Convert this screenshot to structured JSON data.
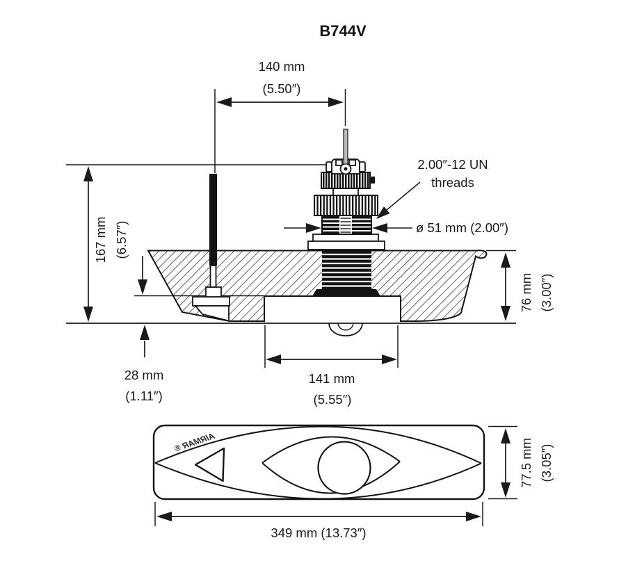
{
  "title": "B744V",
  "section_view": {
    "dim_stem_offset_mm": "140 mm",
    "dim_stem_offset_in": "(5.50″)",
    "dim_overall_height_mm": "167 mm",
    "dim_overall_height_in": "(6.57″)",
    "thread_note_line1": "2.00″-12 UN",
    "thread_note_line2": "threads",
    "dim_stem_diameter": "ø 51 mm (2.00″)",
    "dim_hull_depth_mm": "76 mm",
    "dim_hull_depth_in": "(3.00″)",
    "dim_fairing_protrusion_mm": "28 mm",
    "dim_fairing_protrusion_in": "(1.11″)",
    "dim_housing_length_mm": "141 mm",
    "dim_housing_length_in": "(5.55″)"
  },
  "bottom_view": {
    "brand_logo": "AIRMAR ®",
    "dim_overall_length": "349 mm (13.73″)",
    "dim_overall_width_mm": "77.5 mm",
    "dim_overall_width_in": "(3.05″)"
  },
  "colors": {
    "ink": "#1a1a1a",
    "paper": "#ffffff"
  }
}
